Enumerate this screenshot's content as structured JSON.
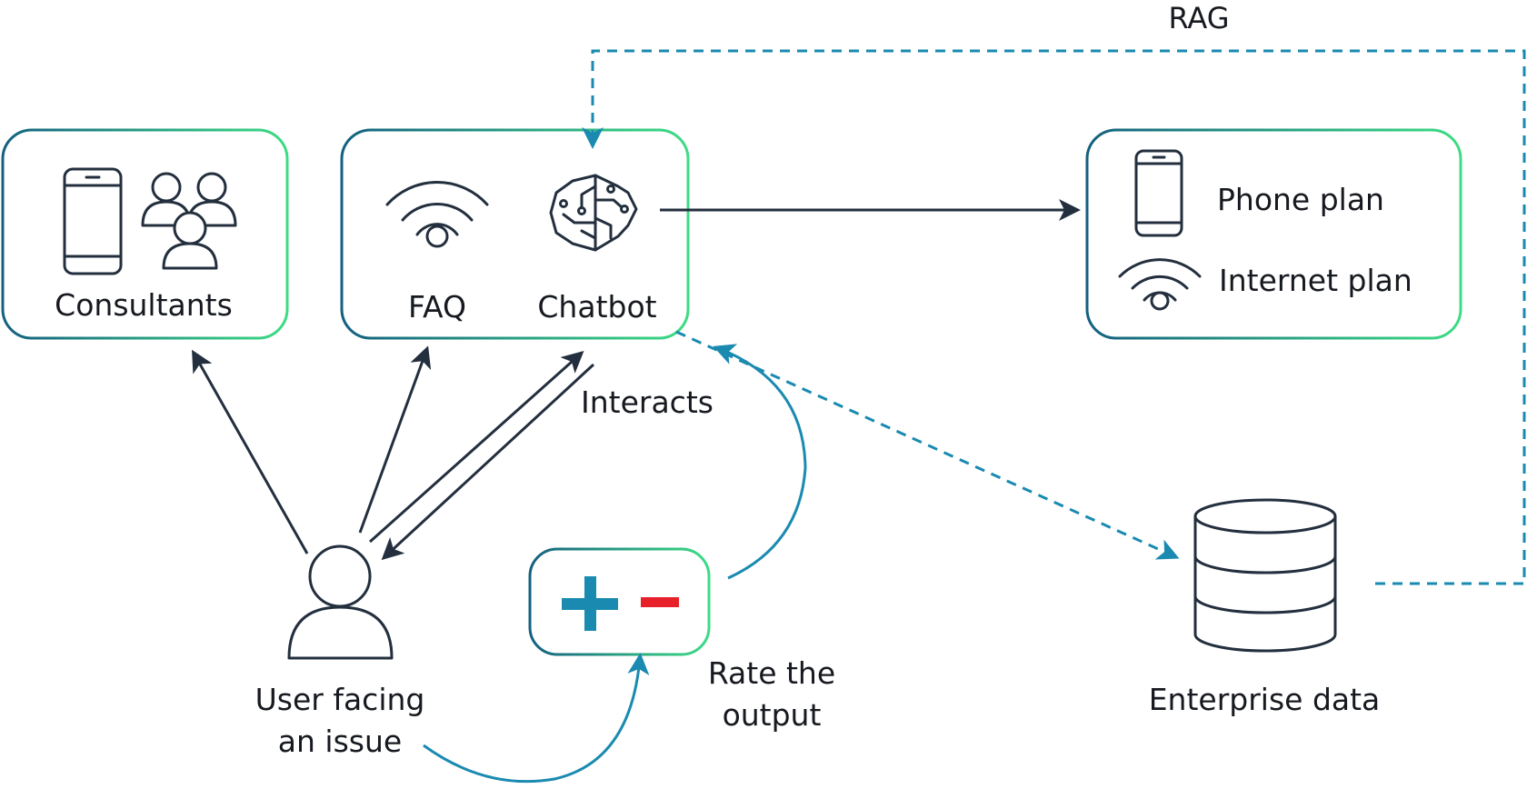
{
  "boxes": {
    "consultants": {
      "label": "Consultants"
    },
    "support": {
      "faq_label": "FAQ",
      "chatbot_label": "Chatbot"
    },
    "plans": {
      "phone_label": "Phone plan",
      "internet_label": "Internet plan"
    },
    "rating": {}
  },
  "labels": {
    "rag": "RAG",
    "interacts": "Interacts",
    "rate_line1": "Rate the",
    "rate_line2": "output",
    "user_line1": "User facing",
    "user_line2": "an issue",
    "enterprise": "Enterprise data"
  },
  "icons": [
    "smartphone-icon",
    "users-group-icon",
    "wifi-icon",
    "brain-circuit-icon",
    "user-icon",
    "plus-icon",
    "minus-icon",
    "database-icon"
  ],
  "colors": {
    "box_gradient_start": "#146080",
    "box_gradient_end": "#3ddc84",
    "dark_arrow": "#232f3e",
    "teal_arrow": "#1a8ab0",
    "plus": "#1a8ab0",
    "minus": "#e8202a"
  }
}
